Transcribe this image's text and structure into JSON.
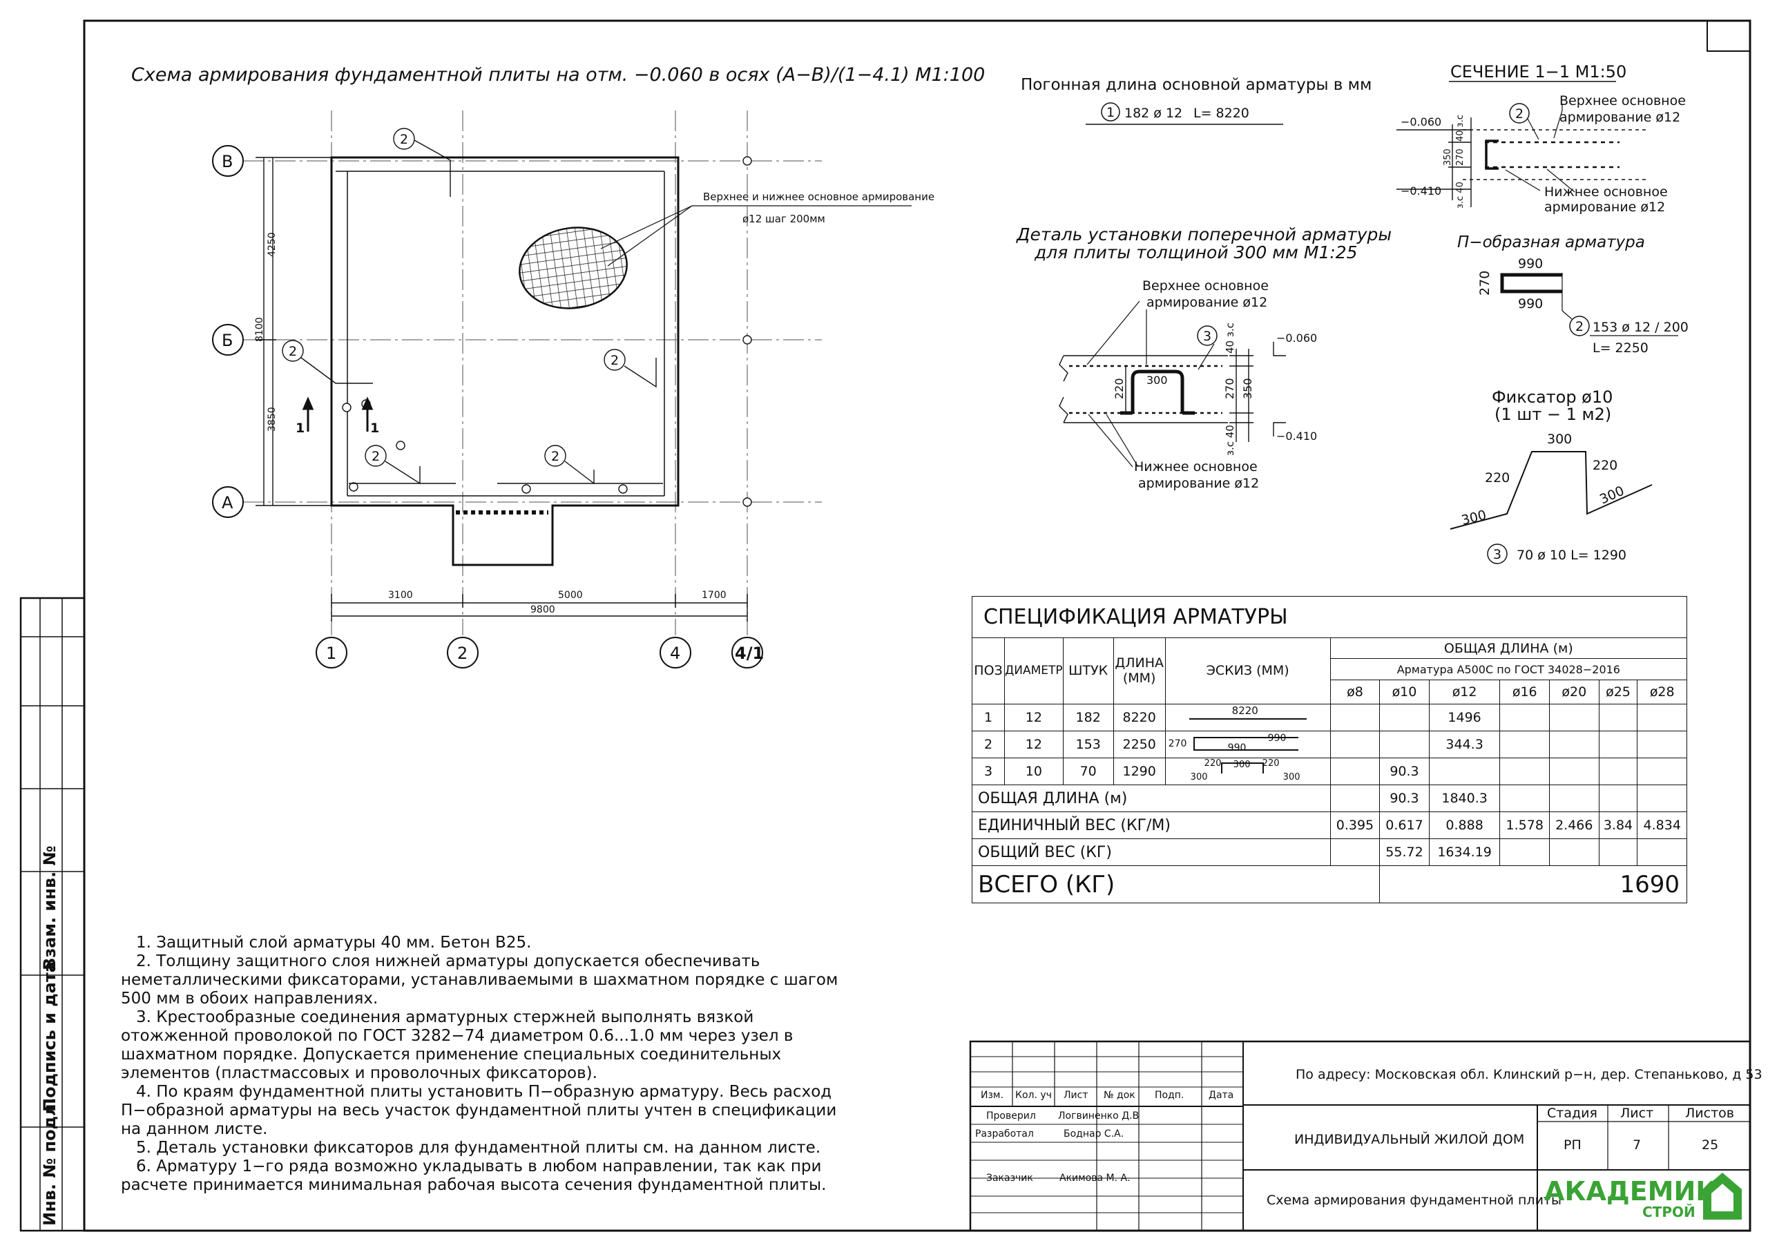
{
  "plan": {
    "title": "Схема армирования фундаментной плиты на отм. −0.060 в осях (А−В)/(1−4.1) М1:100",
    "axes_rows": [
      "В",
      "Б",
      "А"
    ],
    "axes_cols": [
      "1",
      "2",
      "4",
      "4/1"
    ],
    "dim_v": [
      "4250",
      "8100",
      "3850"
    ],
    "dim_h": [
      "3100",
      "5000",
      "1700",
      "9800"
    ],
    "callout": "2",
    "section_mark": "1",
    "mesh_note_1": "Верхнее и нижнее основное армирование",
    "mesh_note_2": "ø12 шаг 200мм"
  },
  "running_length": {
    "title": "Погонная длина основной арматуры в мм",
    "pos": "1",
    "text": "182 ø 12",
    "length": "L= 8220"
  },
  "section": {
    "title": "СЕЧЕНИЕ 1−1 М1:50",
    "top_mark": "−0.060",
    "bottom_mark": "−0.410",
    "dims": [
      "40 з.с",
      "350",
      "270",
      "з.с 40"
    ],
    "pos": "2",
    "top_label_1": "Верхнее основное",
    "top_label_2": "армирование ø12",
    "bot_label_1": "Нижнее основное",
    "bot_label_2": "армирование ø12"
  },
  "detail": {
    "title_1": "Деталь установки поперечной арматуры",
    "title_2": "для плиты толщиной 300 мм М1:25",
    "top_label_1": "Верхнее основное",
    "top_label_2": "армирование ø12",
    "bot_label_1": "Нижнее основное",
    "bot_label_2": "армирование ø12",
    "pos": "3",
    "top_mark": "−0.060",
    "bottom_mark": "−0.410",
    "dim_300": "300",
    "dim_220": "220",
    "dim_270": "270",
    "dim_350": "350",
    "cover_top": "40 з.с",
    "cover_bot": "з.с 40"
  },
  "u_bar": {
    "title": "П−образная арматура",
    "d990a": "990",
    "d990b": "990",
    "d270": "270",
    "pos": "2",
    "text": "153 ø 12 / 200",
    "length": "L= 2250"
  },
  "fixator": {
    "title_1": "Фиксатор ø10",
    "title_2": "(1 шт − 1 м2)",
    "d300top": "300",
    "d220l": "220",
    "d220r": "220",
    "d300l": "300",
    "d300r": "300",
    "pos": "3",
    "text": "70 ø 10 L= 1290"
  },
  "spec": {
    "title": "СПЕЦИФИКАЦИЯ АРМАТУРЫ",
    "h_pos": "ПОЗ",
    "h_diam": "ДИАМЕТР",
    "h_qty": "ШТУК",
    "h_len": "ДЛИНА (ММ)",
    "h_sketch": "ЭСКИЗ (ММ)",
    "h_total": "ОБЩАЯ ДЛИНА (м)",
    "h_steel": "Арматура А500С по ГОСТ 34028−2016",
    "diams": [
      "ø8",
      "ø10",
      "ø12",
      "ø16",
      "ø20",
      "ø25",
      "ø28"
    ],
    "rows": [
      {
        "pos": "1",
        "d": "12",
        "n": "182",
        "l": "8220",
        "s1": "8220",
        "s2": "",
        "s3": "",
        "c": [
          "",
          "",
          "1496",
          "",
          "",
          "",
          ""
        ]
      },
      {
        "pos": "2",
        "d": "12",
        "n": "153",
        "l": "2250",
        "s1": "270",
        "s2": "990",
        "s3": "990",
        "c": [
          "",
          "",
          "344.3",
          "",
          "",
          "",
          ""
        ]
      },
      {
        "pos": "3",
        "d": "10",
        "n": "70",
        "l": "1290",
        "s1": "220",
        "s2": "300",
        "s3": "220",
        "c": [
          "",
          "90.3",
          "",
          "",
          "",
          "",
          ""
        ]
      }
    ],
    "sketch3_extra": "300",
    "total_len_label": "ОБЩАЯ ДЛИНА (м)",
    "total_len": [
      "",
      "90.3",
      "1840.3",
      "",
      "",
      "",
      ""
    ],
    "unit_w_label": "ЕДИНИЧНЫЙ ВЕС (КГ/М)",
    "unit_w": [
      "0.395",
      "0.617",
      "0.888",
      "1.578",
      "2.466",
      "3.84",
      "4.834"
    ],
    "total_w_label": "ОБЩИЙ ВЕС (КГ)",
    "total_w": [
      "",
      "55.72",
      "1634.19",
      "",
      "",
      "",
      ""
    ],
    "grand_label": "ВСЕГО (КГ)",
    "grand": "1690"
  },
  "notes": [
    "   1. Защитный слой арматуры 40 мм. Бетон В25.",
    "   2. Толщину защитного слоя нижней арматуры допускается обеспечивать неметаллическими фиксаторами, устанавливаемыми в шахматном порядке с шагом 500 мм в обоих направлениях.",
    "   3. Крестообразные соединения арматурных стержней выполнять вязкой отожженной проволокой по ГОСТ 3282−74 диаметром 0.6...1.0 мм через узел в шахматном порядке. Допускается применение специальных соединительных элементов (пластмассовых и проволочных фиксаторов).",
    "   4. По краям фундаментной плиты установить П−образную арматуру. Весь расход П−образной арматуры на весь участок фундаментной плиты учтен в спецификации на данном листе.",
    "   5. Деталь установки фиксаторов для фундаментной плиты см. на данном листе.",
    "   6. Арматуру 1−го ряда возможно укладывать в любом направлении, так как при расчете принимается минимальная рабочая высота сечения фундаментной плиты."
  ],
  "left_strip": {
    "vzam": "Взам. инв. №",
    "podp": "Подпись и дата",
    "inv": "Инв. № подл."
  },
  "stamp": {
    "address": "По адресу: Московская обл. Клинский р−н, дер. Степаньково, д 53",
    "h_izm": "Изм.",
    "h_kol": "Кол. уч",
    "h_list": "Лист",
    "h_ndok": "№ док",
    "h_podp": "Подп.",
    "h_data": "Дата",
    "r1_role": "Проверил",
    "r1_name": "Логвиненко Д.В",
    "r2_role": "Разработал",
    "r2_name": "Боднар С.А.",
    "r3_role": "Заказчик",
    "r3_name": "Акимова М. А.",
    "object": "ИНДИВИДУАЛЬНЫЙ ЖИЛОЙ ДОМ",
    "h_stage": "Стадия",
    "h_sheet": "Лист",
    "h_sheets": "Листов",
    "stage": "РП",
    "sheet": "7",
    "sheets": "25",
    "sheet_title": "Схема армирования фундаментной плиты",
    "logo_1": "АКАДЕМИК",
    "logo_2": "СТРОЙ"
  },
  "colors": {
    "logo_green": "#3aa335",
    "ink": "#111111"
  }
}
